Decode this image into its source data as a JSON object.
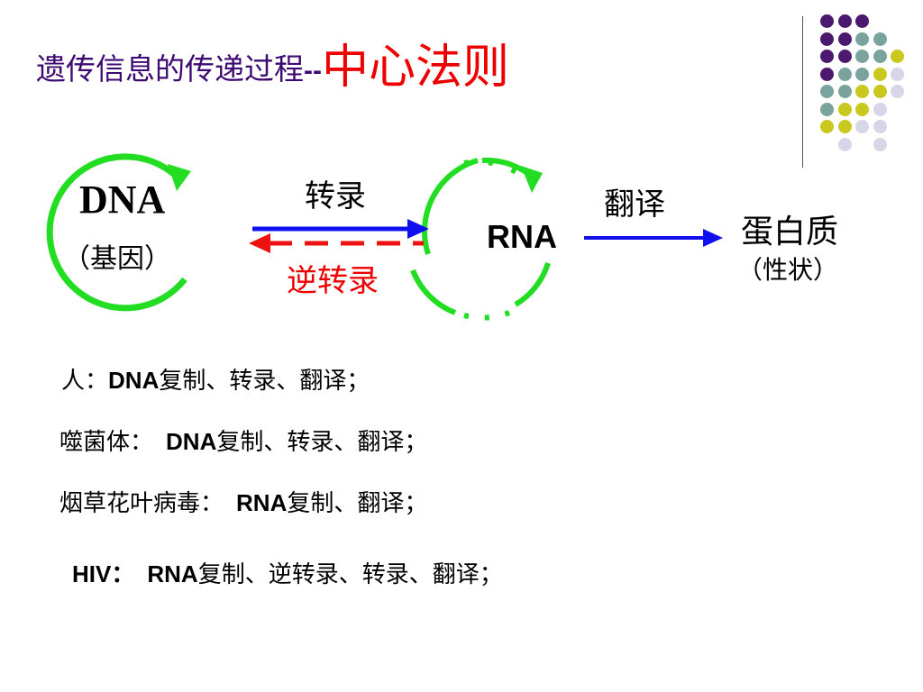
{
  "title": {
    "part1": "遗传信息的传递过程",
    "dash": "--",
    "part2": "中心法则"
  },
  "diagram": {
    "dna_label": "DNA",
    "gene_label": "（基因）",
    "transcription_label": "转录",
    "reverse_transcription_label": "逆转录",
    "rna_label": "RNA",
    "translation_label": "翻译",
    "protein_label": "蛋白质",
    "trait_label": "（性状）",
    "colors": {
      "replication_circle": "#22dd22",
      "forward_arrow": "#1010ee",
      "reverse_arrow": "#ee1111"
    }
  },
  "examples": [
    {
      "organism": "人：",
      "molecule": "DNA",
      "processes": "复制、转录、翻译；"
    },
    {
      "organism": "噬菌体：",
      "molecule": "DNA",
      "processes": "复制、转录、翻译；"
    },
    {
      "organism": "烟草花叶病毒：",
      "molecule": "RNA",
      "processes": "复制、翻译；"
    },
    {
      "organism": "HIV：",
      "molecule": "RNA",
      "processes": "复制、逆转录、转录、翻译；"
    }
  ],
  "decoration": {
    "dot_colors": {
      "purple": "#4b1a6e",
      "teal": "#7aa39e",
      "yellow": "#c8c81e",
      "lavender": "#d6d6e8"
    }
  }
}
